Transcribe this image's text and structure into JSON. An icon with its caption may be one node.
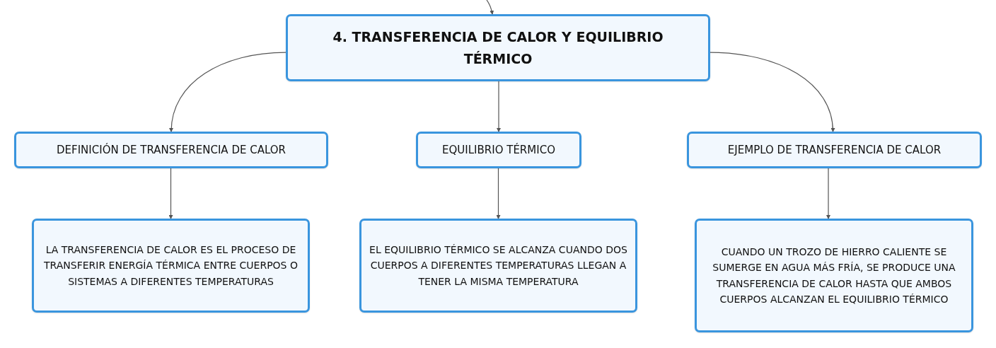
{
  "diagram": {
    "nodes": [
      {
        "text": [
          "4. TRANSFERENCIA DE CALOR Y EQUILIBRIO TÉRMICO"
        ]
      },
      {
        "text": [
          "DEFINICIÓN DE TRANSFERENCIA DE CALOR"
        ]
      },
      {
        "text": [
          "EQUILIBRIO TÉRMICO"
        ]
      },
      {
        "text": [
          "EJEMPLO DE TRANSFERENCIA DE CALOR"
        ]
      },
      {
        "text": [
          "LA TRANSFERENCIA DE CALOR ES EL PROCESO DE TRANSFERIR ENERGÍA TÉRMICA ENTRE CUERPOS O SISTEMAS A DIFERENTES TEMPERATURAS"
        ]
      },
      {
        "text": [
          "EL EQUILIBRIO TÉRMICO SE ALCANZA CUANDO DOS CUERPOS A DIFERENTES TEMPERATURAS LLEGAN A TENER LA MISMA TEMPERATURA"
        ]
      },
      {
        "text": [
          "CUANDO UN TROZO DE HIERRO CALIENTE SE SUMERGE EN AGUA MÁS FRÍA, SE PRODUCE UNA TRANSFERENCIA DE CALOR HASTA QUE AMBOS CUERPOS ALCANZAN EL EQUILIBRIO TÉRMICO"
        ]
      }
    ],
    "edges": [
      {
        "from": null,
        "to": 0,
        "arrow": "to"
      },
      {
        "from": 0,
        "to": 1,
        "arrow": "to"
      },
      {
        "from": 0,
        "to": 2,
        "arrow": "to"
      },
      {
        "from": 0,
        "to": 3,
        "arrow": "to"
      },
      {
        "from": 1,
        "to": 4,
        "arrow": "to"
      },
      {
        "from": 2,
        "to": 5,
        "arrow": "to"
      },
      {
        "from": 3,
        "to": 6,
        "arrow": "to"
      }
    ]
  }
}
